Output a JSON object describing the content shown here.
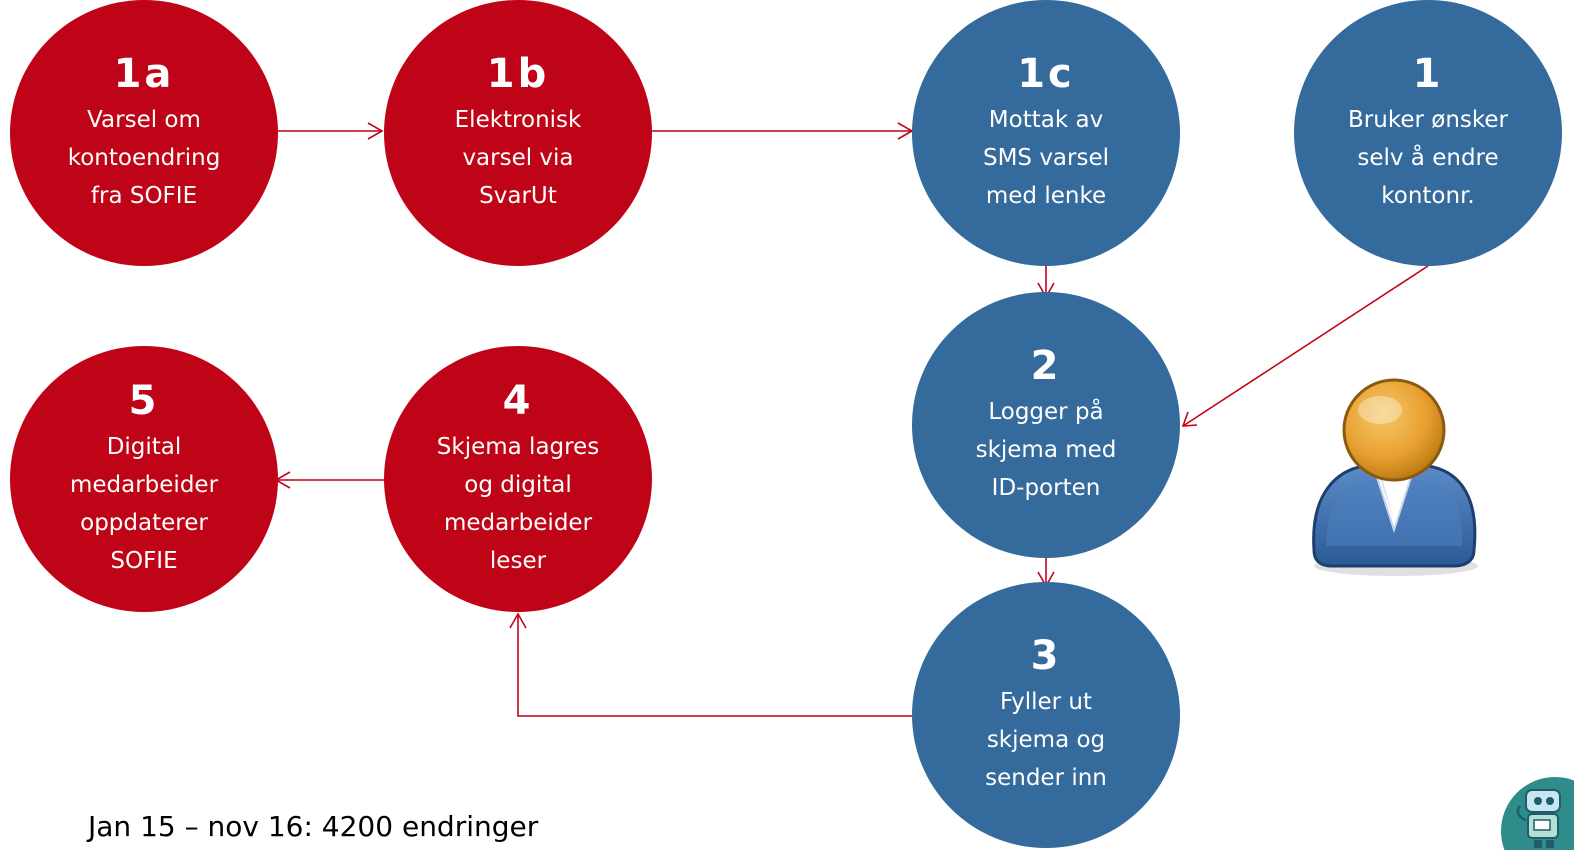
{
  "colors": {
    "red": "#c00418",
    "blue": "#346a9c",
    "connector": "#c00418"
  },
  "steps": {
    "s1a": {
      "num": "1a",
      "label": "Varsel om\nkontoendring\nfra SOFIE"
    },
    "s1b": {
      "num": "1b",
      "label": "Elektronisk\nvarsel via\nSvarUt"
    },
    "s1c": {
      "num": "1c",
      "label": "Mottak av\nSMS varsel\nmed lenke"
    },
    "s1": {
      "num": "1",
      "label": "Bruker ønsker\nselv å endre\nkontonr."
    },
    "s2": {
      "num": "2",
      "label": "Logger på\nskjema med\nID-porten"
    },
    "s3": {
      "num": "3",
      "label": "Fyller ut\nskjema og\nsender inn"
    },
    "s4": {
      "num": "4",
      "label": "Skjema lagres\nog digital\nmedarbeider\nleser"
    },
    "s5": {
      "num": "5",
      "label": "Digital\nmedarbeider\noppdaterer\nSOFIE"
    }
  },
  "footnote": "Jan 15 – nov 16: 4200 endringer",
  "icons": {
    "person": "user-avatar-icon",
    "robot": "robot-icon"
  }
}
